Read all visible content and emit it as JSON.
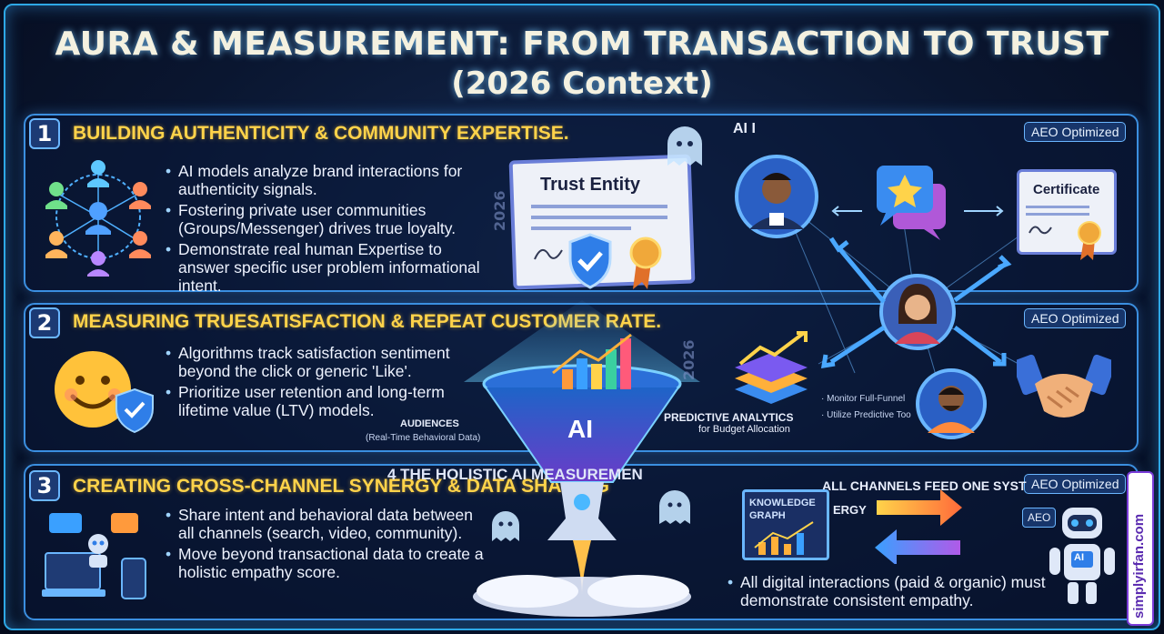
{
  "title": {
    "line1": "AURA & MEASUREMENT: FROM TRANSACTION TO TRUST",
    "line2": "(2026 Context)"
  },
  "sections": [
    {
      "number": "1",
      "heading": "BUILDING AUTHENTICITY & COMMUNITY EXPERTISE.",
      "bullets": [
        "AI models analyze brand interactions for authenticity signals.",
        "Fostering private user communities (Groups/Messenger) drives true loyalty.",
        "Demonstrate real human Expertise to answer specific user problem informational intent."
      ],
      "badge": "AEO Optimized"
    },
    {
      "number": "2",
      "heading": "MEASURING TRUESATISFACTION & REPEAT CUSTOMER RATE.",
      "bullets": [
        "Algorithms track satisfaction sentiment beyond the click or generic 'Like'.",
        "Prioritize user retention and long-term lifetime value (LTV) models."
      ],
      "badge": "AEO Optimized"
    },
    {
      "number": "3",
      "heading": "CREATING CROSS-CHANNEL SYNERGY & DATA SHARING",
      "bullets": [
        "Share intent and behavioral data between all channels (search, video, community).",
        "Move beyond transactional data to create a holistic empathy score."
      ],
      "badge": "AEO Optimized"
    }
  ],
  "illustration": {
    "trust_doc_title": "Trust Entity",
    "certificate_title": "Certificate",
    "year_left": "2026",
    "year_mid": "2026",
    "ai_top_label": "AI I",
    "funnel_label": "AI",
    "audiences_label": "AUDIENCES",
    "audiences_sub": "(Real-Time Behavioral Data)",
    "predictive_label": "PREDICTIVE ANALYTICS",
    "predictive_sub": "for Budget Allocation",
    "monitor_text": "· Monitor Full-Funnel",
    "utilize_text": "· Utilize Predictive Too",
    "holistic_heading": "4 THE HOLISTIC AI MEASUREMEN",
    "all_channels_text": "ALL CHANNELS FEED ONE SYST",
    "energy_text": "ERGY",
    "knowledge_graph": "KNOWLEDGE GRAPH",
    "aeo_bubble": "AEO",
    "robot_label": "AI",
    "footer_bullet": "All digital interactions (paid & organic) must demonstrate consistent empathy."
  },
  "brand": "simplyirfan.com",
  "colors": {
    "accent_blue": "#3b8fe0",
    "heading_gold": "#ffd34a",
    "background": "#0a1630"
  }
}
